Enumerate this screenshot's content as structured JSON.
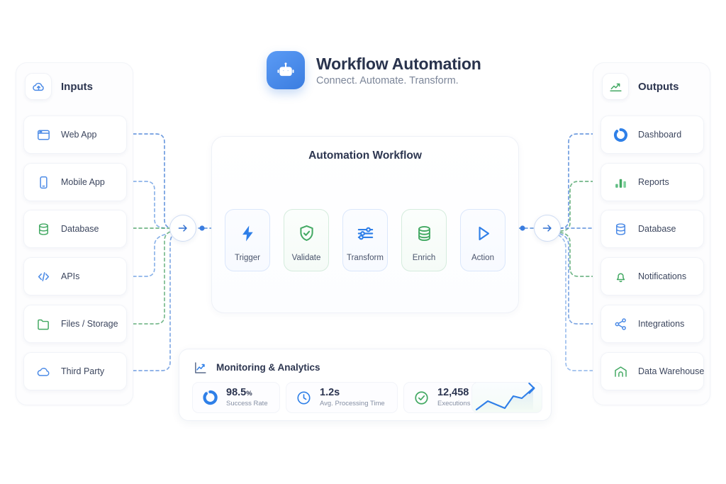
{
  "header": {
    "title": "Workflow Automation",
    "subtitle": "Connect. Automate. Transform.",
    "logo_icon": "robot-icon",
    "accent_blue": "#3b7de0",
    "accent_green": "#43a963"
  },
  "inputs_panel": {
    "label": "Inputs",
    "icon": "cloud-upload-icon",
    "items": [
      {
        "label": "Web App",
        "icon": "browser-window-icon",
        "color": "#3b7de0"
      },
      {
        "label": "Mobile App",
        "icon": "mobile-phone-icon",
        "color": "#3b7de0"
      },
      {
        "label": "Database",
        "icon": "database-icon",
        "color": "#43a963"
      },
      {
        "label": "APIs",
        "icon": "code-brackets-icon",
        "color": "#3b7de0"
      },
      {
        "label": "Files / Storage",
        "icon": "folder-icon",
        "color": "#43a963"
      },
      {
        "label": "Third Party",
        "icon": "cloud-icon",
        "color": "#3b7de0"
      }
    ]
  },
  "outputs_panel": {
    "label": "Outputs",
    "icon": "trending-up-icon",
    "items": [
      {
        "label": "Dashboard",
        "icon": "donut-chart-icon",
        "color": "#3b7de0"
      },
      {
        "label": "Reports",
        "icon": "bar-chart-icon",
        "color": "#43a963"
      },
      {
        "label": "Database",
        "icon": "database-icon",
        "color": "#3b7de0"
      },
      {
        "label": "Notifications",
        "icon": "bell-icon",
        "color": "#43a963"
      },
      {
        "label": "Integrations",
        "icon": "share-nodes-icon",
        "color": "#3b7de0"
      },
      {
        "label": "Data Warehouse",
        "icon": "warehouse-icon",
        "color": "#43a963"
      }
    ]
  },
  "workflow": {
    "title": "Automation Workflow",
    "steps": [
      {
        "label": "Trigger",
        "icon": "lightning-bolt-icon",
        "theme": "blue"
      },
      {
        "label": "Validate",
        "icon": "shield-check-icon",
        "theme": "green"
      },
      {
        "label": "Transform",
        "icon": "sliders-icon",
        "theme": "blue"
      },
      {
        "label": "Enrich",
        "icon": "database-icon",
        "theme": "green"
      },
      {
        "label": "Action",
        "icon": "play-triangle-icon",
        "theme": "blue"
      }
    ],
    "hub_icon": "arrow-right-icon"
  },
  "monitoring": {
    "title": "Monitoring & Analytics",
    "icon": "line-chart-icon",
    "metrics": [
      {
        "value": "98.5",
        "unit": "%",
        "label": "Success Rate",
        "icon": "donut-progress-icon",
        "color": "#3b7de0"
      },
      {
        "value": "1.2s",
        "unit": "",
        "label": "Avg. Processing Time",
        "icon": "clock-icon",
        "color": "#3b7de0"
      },
      {
        "value": "12,458",
        "unit": "",
        "label": "Executions",
        "icon": "check-circle-icon",
        "color": "#43a963"
      }
    ],
    "sparkline_icon": "trend-sparkline-icon"
  }
}
